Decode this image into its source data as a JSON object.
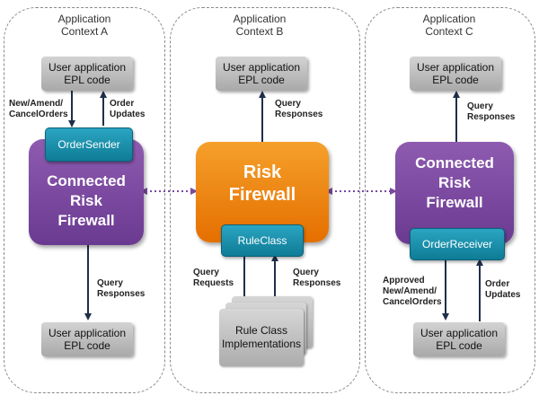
{
  "contexts": [
    {
      "line1": "Application",
      "line2": "Context A"
    },
    {
      "line1": "Application",
      "line2": "Context B"
    },
    {
      "line1": "Application",
      "line2": "Context C"
    }
  ],
  "epl_box": {
    "line1": "User application",
    "line2": "EPL code"
  },
  "connected_firewall": {
    "line1": "Connected",
    "line2": "Risk",
    "line3": "Firewall"
  },
  "risk_firewall": {
    "line1": "Risk",
    "line2": "Firewall"
  },
  "order_sender": "OrderSender",
  "order_receiver": "OrderReceiver",
  "rule_class": "RuleClass",
  "rule_impl": {
    "line1": "Rule Class",
    "line2": "Implementations"
  },
  "labels": {
    "new_amend_cancel": {
      "line1": "New/Amend/",
      "line2": "CancelOrders"
    },
    "order_updates": {
      "line1": "Order",
      "line2": "Updates"
    },
    "query_responses": {
      "line1": "Query",
      "line2": "Responses"
    },
    "query_requests": {
      "line1": "Query",
      "line2": "Requests"
    },
    "approved": {
      "line1": "Approved",
      "line2": "New/Amend/",
      "line3": "CancelOrders"
    }
  },
  "colors": {
    "purple": "#7a4aa0",
    "orange": "#f08a10",
    "teal": "#1a8fab",
    "gray": "#b5b5b5",
    "connector": "#7a4aa0",
    "arrow": "#1f2f4a"
  }
}
